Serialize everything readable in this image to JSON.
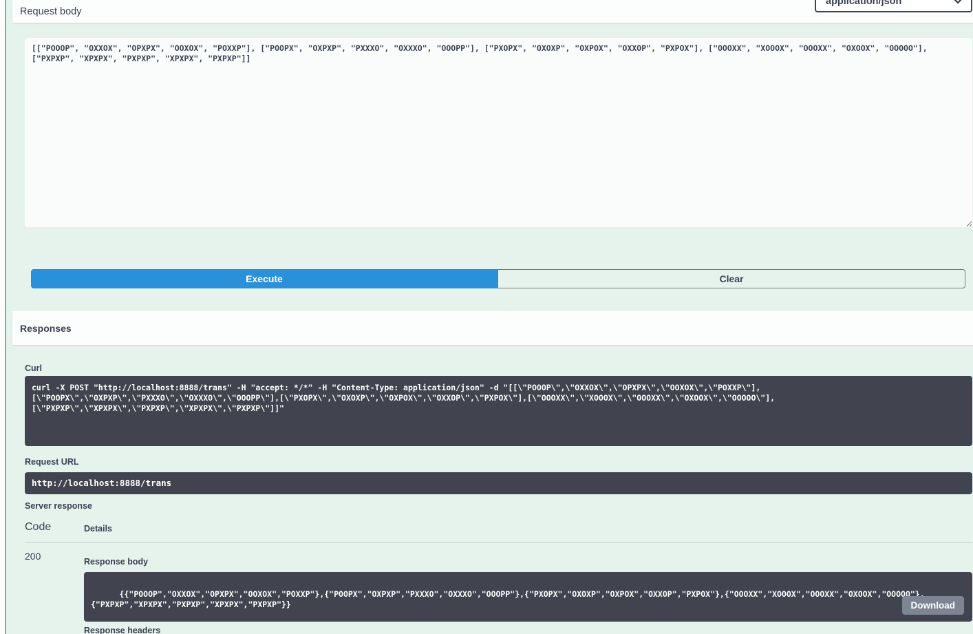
{
  "request_body": {
    "title": "Request body",
    "media_type": "application/json",
    "value": "[[\"POOOP\", \"OXXOX\", \"OPXPX\", \"OOXOX\", \"POXXP\"], [\"POOPX\", \"OXPXP\", \"PXXXO\", \"OXXXO\", \"OOOPP\"], [\"PXOPX\", \"OXOXP\", \"OXPOX\", \"OXXOP\", \"PXPOX\"], [\"OOOXX\", \"XOOOX\", \"OOOXX\", \"OXOOX\", \"OOOOO\"], [\"PXPXP\", \"XPXPX\", \"PXPXP\", \"XPXPX\", \"PXPXP\"]]"
  },
  "actions": {
    "execute_label": "Execute",
    "clear_label": "Clear"
  },
  "responses": {
    "title": "Responses",
    "curl": {
      "label": "Curl",
      "command": "curl -X POST \"http://localhost:8888/trans\" -H \"accept: */*\" -H \"Content-Type: application/json\" -d \"[[\\\"POOOP\\\",\\\"OXXOX\\\",\\\"OPXPX\\\",\\\"OOXOX\\\",\\\"POXXP\\\"],\n[\\\"POOPX\\\",\\\"OXPXP\\\",\\\"PXXXO\\\",\\\"OXXXO\\\",\\\"OOOPP\\\"],[\\\"PXOPX\\\",\\\"OXOXP\\\",\\\"OXPOX\\\",\\\"OXXOP\\\",\\\"PXPOX\\\"],[\\\"OOOXX\\\",\\\"XOOOX\\\",\\\"OOOXX\\\",\\\"OXOOX\\\",\\\"OOOOO\\\"],\n[\\\"PXPXP\\\",\\\"XPXPX\\\",\\\"PXPXP\\\",\\\"XPXPX\\\",\\\"PXPXP\\\"]]\""
    },
    "request_url": {
      "label": "Request URL",
      "value": "http://localhost:8888/trans"
    },
    "server_response": {
      "label": "Server response",
      "code_header": "Code",
      "details_header": "Details",
      "row": {
        "code": "200",
        "response_body_label": "Response body",
        "response_body": "{{\"POOOP\",\"OXXOX\",\"OPXPX\",\"OOXOX\",\"POXXP\"},{\"POOPX\",\"OXPXP\",\"PXXXO\",\"OXXXO\",\"OOOPP\"},{\"PXOPX\",\"OXOXP\",\"OXPOX\",\"OXXOP\",\"PXPOX\"},{\"OOOXX\",\"XOOOX\",\"OOOXX\",\"OXOOX\",\"OOOOO\"},\n{\"PXPXP\",\"XPXPX\",\"PXPXP\",\"XPXPX\",\"PXPXP\"}}",
        "download_label": "Download",
        "response_headers_label": "Response headers"
      }
    }
  },
  "colors": {
    "accent_green": "#49cc90",
    "execute_blue": "#2a90d9",
    "code_block_bg": "#41444e",
    "download_gray": "#7d8492",
    "text_dark": "#3b4151"
  }
}
